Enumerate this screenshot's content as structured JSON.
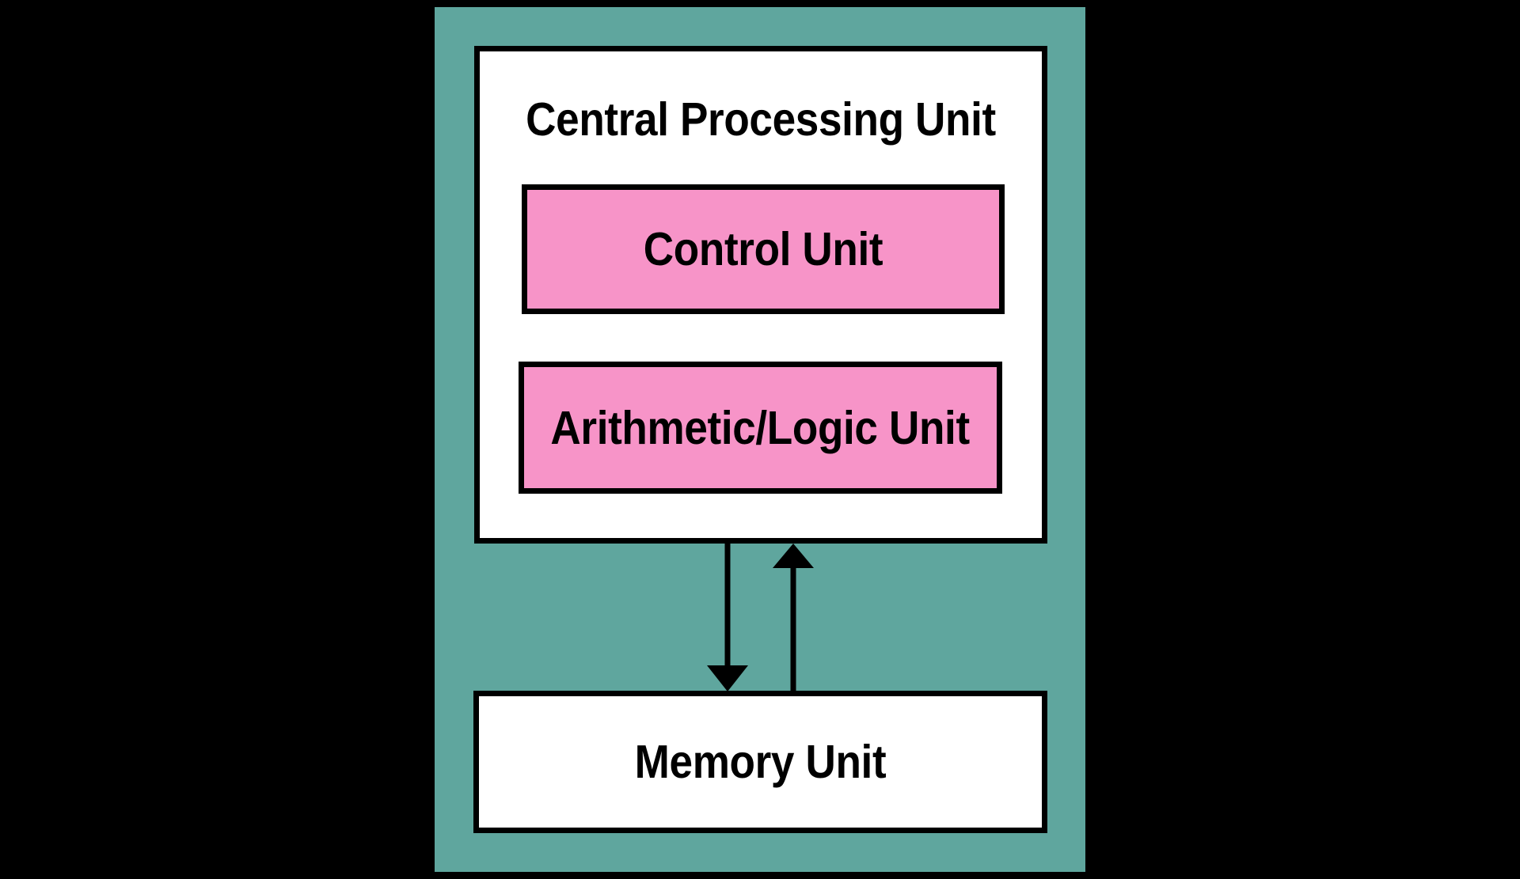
{
  "diagram": {
    "title": "Central Processing Unit block diagram",
    "background_color": "#000000",
    "panel_color": "#5FA69E",
    "box_fill_white": "#FFFFFF",
    "box_fill_pink": "#F794C8",
    "stroke_color": "#000000",
    "cpu": {
      "label": "Central Processing Unit",
      "children": [
        {
          "label": "Control Unit"
        },
        {
          "label": "Arithmetic/Logic Unit"
        }
      ]
    },
    "memory": {
      "label": "Memory Unit"
    },
    "connectors": [
      {
        "name": "cpu-to-memory",
        "direction": "down",
        "from": "Central Processing Unit",
        "to": "Memory Unit"
      },
      {
        "name": "memory-to-cpu",
        "direction": "up",
        "from": "Memory Unit",
        "to": "Central Processing Unit"
      }
    ]
  }
}
